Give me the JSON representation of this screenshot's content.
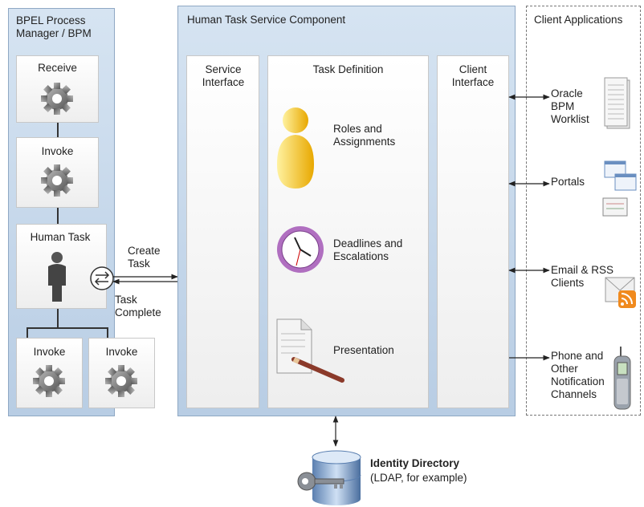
{
  "bpel": {
    "title": "BPEL Process Manager / BPM",
    "receive": "Receive",
    "invoke1": "Invoke",
    "human_task": "Human Task",
    "invoke2": "Invoke",
    "invoke3": "Invoke"
  },
  "arrows": {
    "create_task": "Create Task",
    "task_complete": "Task Complete"
  },
  "htsc": {
    "title": "Human Task Service Component",
    "service_interface": "Service Interface",
    "task_definition": "Task Definition",
    "roles": "Roles and Assignments",
    "deadlines": "Deadlines and Escalations",
    "presentation": "Presentation",
    "client_interface": "Client Interface"
  },
  "clients": {
    "title": "Client Applications",
    "worklist": "Oracle BPM Worklist",
    "portals": "Portals",
    "email": "Email & RSS Clients",
    "phone": "Phone and Other Notification Channels"
  },
  "identity": {
    "title": "Identity Directory",
    "subtitle": "(LDAP, for example)"
  }
}
